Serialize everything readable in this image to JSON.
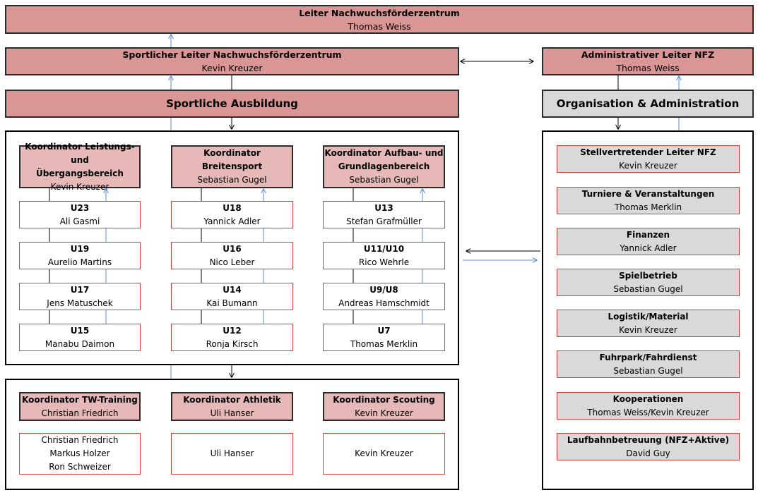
{
  "leiter": {
    "title": "Leiter Nachwuchsförderzentrum",
    "name": "Thomas Weiss"
  },
  "sportlicher_leiter": {
    "title": "Sportlicher Leiter Nachwuchsförderzentrum",
    "name": "Kevin Kreuzer"
  },
  "admin_leiter": {
    "title": "Administrativer Leiter NFZ",
    "name": "Thomas Weiss"
  },
  "sportliche_ausbildung": "Sportliche Ausbildung",
  "organisation": "Organisation & Administration",
  "coordinators": [
    {
      "title_line1": "Koordinator Leistungs- und",
      "title_line2": "Übergangsbereich",
      "name": "Kevin Kreuzer"
    },
    {
      "title_line1": "Koordinator",
      "title_line2": "Breitensport",
      "name": "Sebastian Gugel"
    },
    {
      "title_line1": "Koordinator Aufbau- und",
      "title_line2": "Grundlagenbereich",
      "name": "Sebastian Gugel"
    }
  ],
  "teams": [
    [
      {
        "team": "U23",
        "coach": "Ali Gasmi"
      },
      {
        "team": "U19",
        "coach": "Aurelio Martins"
      },
      {
        "team": "U17",
        "coach": "Jens Matuschek"
      },
      {
        "team": "U15",
        "coach": "Manabu Daimon"
      }
    ],
    [
      {
        "team": "U18",
        "coach": "Yannick Adler"
      },
      {
        "team": "U16",
        "coach": "Nico Leber"
      },
      {
        "team": "U14",
        "coach": "Kai Bumann"
      },
      {
        "team": "U12",
        "coach": "Ronja Kirsch"
      }
    ],
    [
      {
        "team": "U13",
        "coach": "Stefan Grafmüller"
      },
      {
        "team": "U11/U10",
        "coach": "Rico Wehrle"
      },
      {
        "team": "U9/U8",
        "coach": "Andreas Hamschmidt"
      },
      {
        "team": "U7",
        "coach": "Thomas Merklin"
      }
    ]
  ],
  "specialists": [
    {
      "title": "Koordinator TW-Training",
      "name": "Christian Friedrich",
      "members": [
        "Christian Friedrich",
        "Markus Holzer",
        "Ron Schweizer"
      ]
    },
    {
      "title": "Koordinator Athletik",
      "name": "Uli Hanser",
      "members": [
        "Uli Hanser"
      ]
    },
    {
      "title": "Koordinator Scouting",
      "name": "Kevin Kreuzer",
      "members": [
        "Kevin Kreuzer"
      ]
    }
  ],
  "admin_items": [
    {
      "title": "Stellvertretender Leiter NFZ",
      "name": "Kevin Kreuzer"
    },
    {
      "title": "Turniere & Veranstaltungen",
      "name": "Thomas Merklin"
    },
    {
      "title": "Finanzen",
      "name": "Yannick Adler"
    },
    {
      "title": "Spielbetrieb",
      "name": "Sebastian Gugel"
    },
    {
      "title": "Logistik/Material",
      "name": "Kevin Kreuzer"
    },
    {
      "title": "Fuhrpark/Fahrdienst",
      "name": "Sebastian Gugel"
    },
    {
      "title": "Kooperationen",
      "name": "Thomas Weiss/Kevin Kreuzer"
    },
    {
      "title": "Laufbahnbetreuung (NFZ+Aktive)",
      "name": "David Guy"
    }
  ]
}
